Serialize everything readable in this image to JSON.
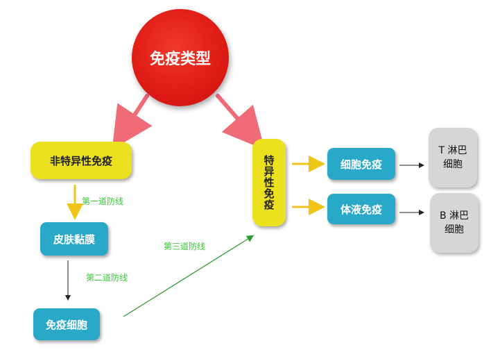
{
  "root": {
    "label": "免疫类型"
  },
  "nonspecific": {
    "label": "非特异性免疫"
  },
  "specific": {
    "label": "特异性免疫"
  },
  "skin": {
    "label": "皮肤黏膜"
  },
  "immune_cells": {
    "label": "免疫细胞"
  },
  "cell_immunity": {
    "label": "细胞免疫"
  },
  "humoral_immunity": {
    "label": "体液免疫"
  },
  "t_cells": {
    "label": "T 淋巴\n细胞"
  },
  "b_cells": {
    "label": "B 淋巴\n细胞"
  },
  "edge_labels": {
    "first_line": "第一道防线",
    "second_line": "第二道防线",
    "third_line": "第三道防线"
  },
  "colors": {
    "root_red": "#e01c16",
    "yellow": "#ece11f",
    "blue": "#2aa8c8",
    "gray": "#d6d6d9",
    "pink_arrow": "#ef6b78",
    "yellow_arrow": "#f0c419",
    "green_arrow": "#2e9b2e",
    "label_green": "#33cc33"
  }
}
